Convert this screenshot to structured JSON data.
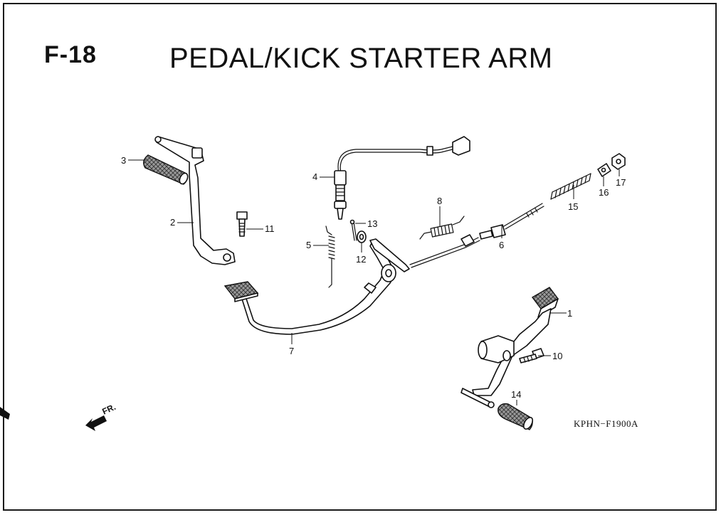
{
  "header": {
    "code": "F-18",
    "title": "PEDAL/KICK STARTER ARM"
  },
  "diagram_ref": "KPHN−F1900A",
  "direction_label": "FR.",
  "callouts": [
    "1",
    "2",
    "3",
    "4",
    "5",
    "6",
    "7",
    "8",
    "10",
    "11",
    "12",
    "13",
    "14",
    "15",
    "16",
    "17"
  ]
}
